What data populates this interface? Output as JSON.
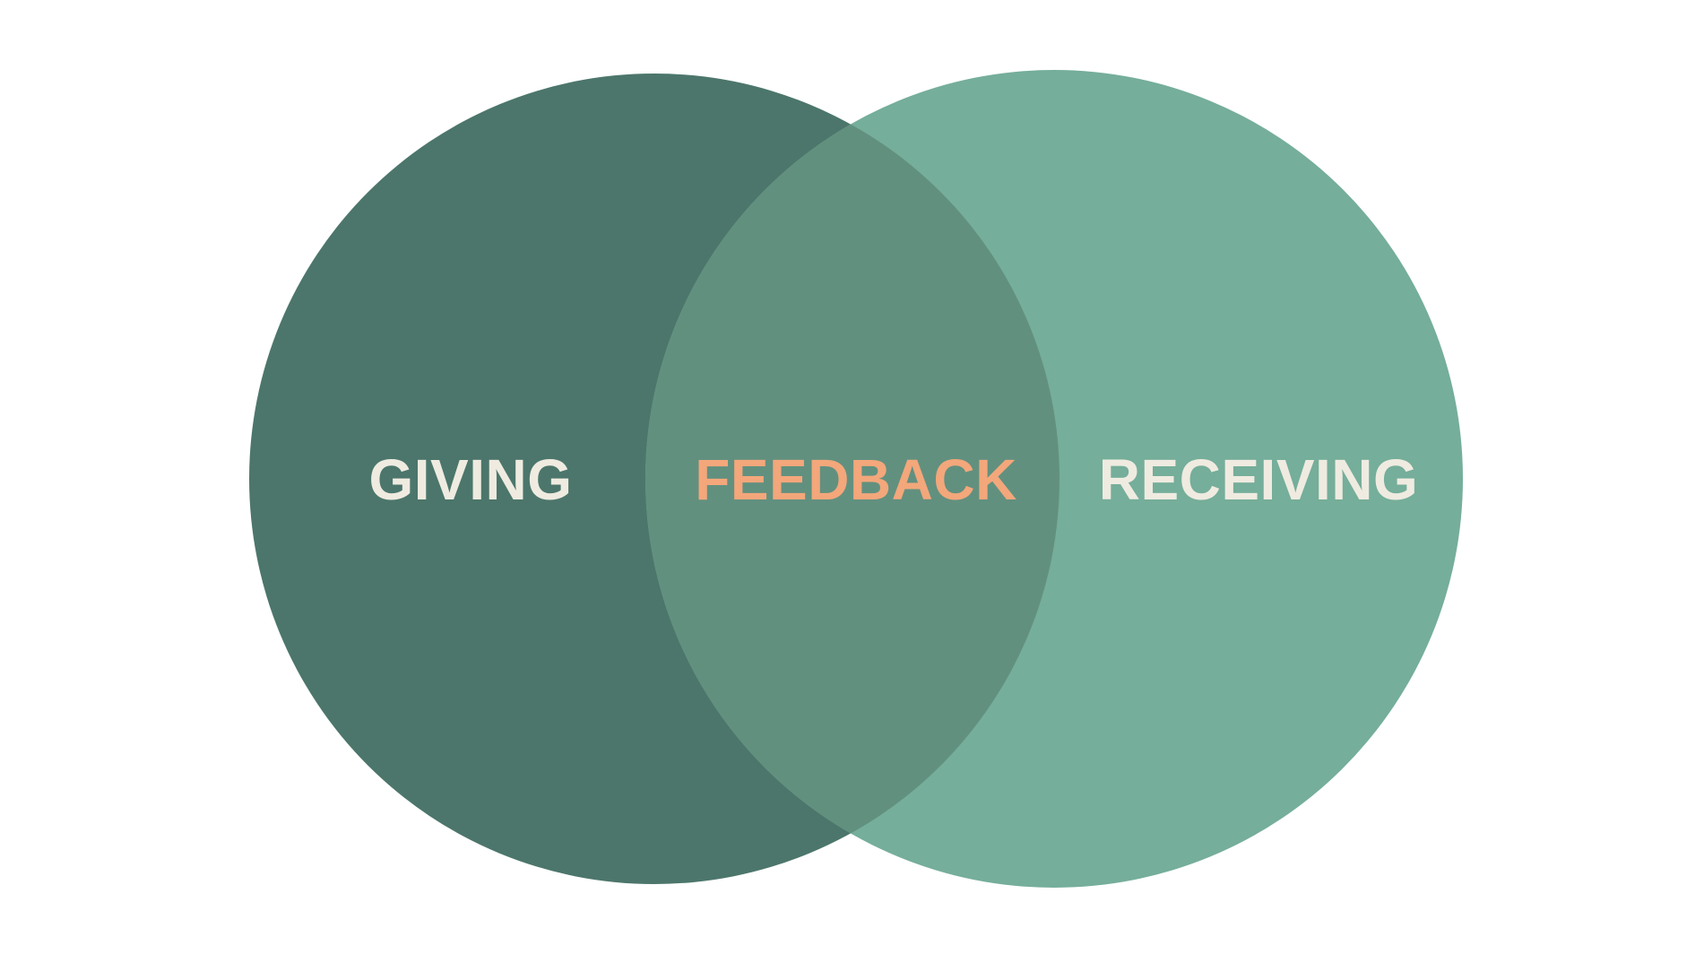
{
  "diagram": {
    "left_set": {
      "label": "GIVING",
      "color": "#4C766B"
    },
    "right_set": {
      "label": "RECEIVING",
      "color": "#75AE9A"
    },
    "intersection": {
      "label": "FEEDBACK",
      "color": "#62907F"
    },
    "side_label_color": "#EFEBE1",
    "center_label_color": "#F3A77B",
    "background": "#FFFFFF"
  }
}
